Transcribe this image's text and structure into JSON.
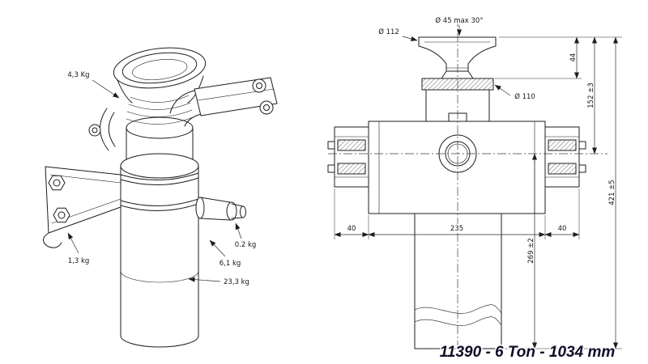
{
  "title": "11390 - 6 Ton - 1034 mm",
  "colors": {
    "line": "#1d1d1d",
    "title_text": "#0d0d26"
  },
  "left_view": {
    "weight_labels": {
      "top_plate": "4,3 Kg",
      "clamp_bracket": "1,3 kg",
      "cylinder_stage": "6,1 kg",
      "valve_fitting": "0.2 kg",
      "total_assembly": "23,3 kg"
    }
  },
  "right_view": {
    "dimension_labels": {
      "rod_diameter_max_angle": "Ø 45  max 30°",
      "top_plate_diameter": "Ø 112",
      "top_plate_height": "44",
      "first_stage_diameter": "Ø 110",
      "top_to_trunnion_axis": "152 ±3",
      "trunnion_axis_to_bottom": "269 ±2",
      "overall_closed_length": "421 ±5",
      "left_bracket_width": "40",
      "body_width": "235",
      "right_bracket_width": "40"
    }
  }
}
